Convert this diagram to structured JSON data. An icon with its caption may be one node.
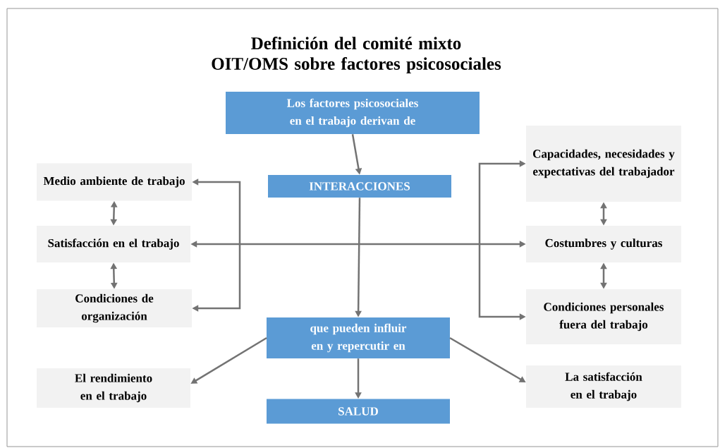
{
  "diagram": {
    "title": "Definición del comité mixto OIT/OMS sobre factores psicosociales",
    "nodes": [
      {
        "text": [
          "Los factores psicosociales en el trabajo derivan de"
        ]
      },
      {
        "text": [
          "INTERACCIONES"
        ]
      },
      {
        "text": [
          "Medio ambiente de trabajo"
        ]
      },
      {
        "text": [
          "Satisfacción en el trabajo"
        ]
      },
      {
        "text": [
          "Condiciones de organización"
        ]
      },
      {
        "text": [
          "Capacidades, necesidades y expectativas del trabajador"
        ]
      },
      {
        "text": [
          "Costumbres y culturas"
        ]
      },
      {
        "text": [
          "Condiciones personales fuera del trabajo"
        ]
      },
      {
        "text": [
          "que pueden influir en y repercutir en"
        ]
      },
      {
        "text": [
          "El rendimiento en el trabajo"
        ]
      },
      {
        "text": [
          "La satisfacción en el trabajo"
        ]
      },
      {
        "text": [
          "SALUD"
        ]
      }
    ],
    "edges": [
      {
        "from": 0,
        "to": 1,
        "arrow": "to"
      },
      {
        "from": 1,
        "to": 8,
        "arrow": "to"
      },
      {
        "from": 3,
        "to": 6,
        "arrow": "both"
      },
      {
        "from": null,
        "to": 2,
        "arrow": "to"
      },
      {
        "from": null,
        "to": 4,
        "arrow": "to"
      },
      {
        "from": null,
        "to": 5,
        "arrow": "to"
      },
      {
        "from": null,
        "to": 7,
        "arrow": "to"
      },
      {
        "from": 2,
        "to": 3,
        "arrow": "both"
      },
      {
        "from": 3,
        "to": 4,
        "arrow": "both"
      },
      {
        "from": 5,
        "to": 6,
        "arrow": "both"
      },
      {
        "from": 6,
        "to": 7,
        "arrow": "both"
      },
      {
        "from": 8,
        "to": 9,
        "arrow": "to"
      },
      {
        "from": 8,
        "to": 10,
        "arrow": "to"
      },
      {
        "from": 8,
        "to": 11,
        "arrow": "to"
      }
    ]
  }
}
